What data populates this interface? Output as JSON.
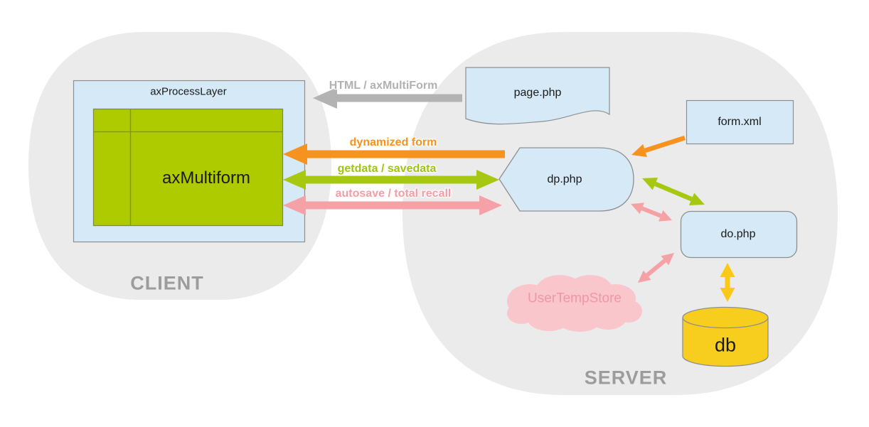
{
  "regions": {
    "client": {
      "label": "CLIENT"
    },
    "server": {
      "label": "SERVER"
    }
  },
  "client": {
    "process_layer_title": "axProcessLayer",
    "multiform_label": "axMultiform"
  },
  "server_nodes": {
    "page_php": "page.php",
    "form_xml": "form.xml",
    "dp_php": "dp.php",
    "do_php": "do.php",
    "user_temp_store": "UserTempStore",
    "db": "db"
  },
  "flow_labels": {
    "html_axmultiform": "HTML / axMultiForm",
    "dynamized_form": "dynamized form",
    "getdata_savedata": "getdata / savedata",
    "autosave_total_recall": "autosave / total recall"
  },
  "colors": {
    "region_fill": "#ebebeb",
    "region_label": "#9c9c9c",
    "node_fill": "#d6e9f6",
    "node_border": "#8f8f8f",
    "multiform_green": "#aecb00",
    "multiform_grid": "#7f7f7f",
    "arrow_gray": "#b3b3b3",
    "arrow_orange": "#f6921e",
    "arrow_green": "#a6c811",
    "arrow_pink": "#f5a1a6",
    "arrow_yellow": "#fac819",
    "cloud_pink": "#f9c6cb",
    "cloud_text": "#ef98a4",
    "db_yellow": "#f8ce1e"
  }
}
